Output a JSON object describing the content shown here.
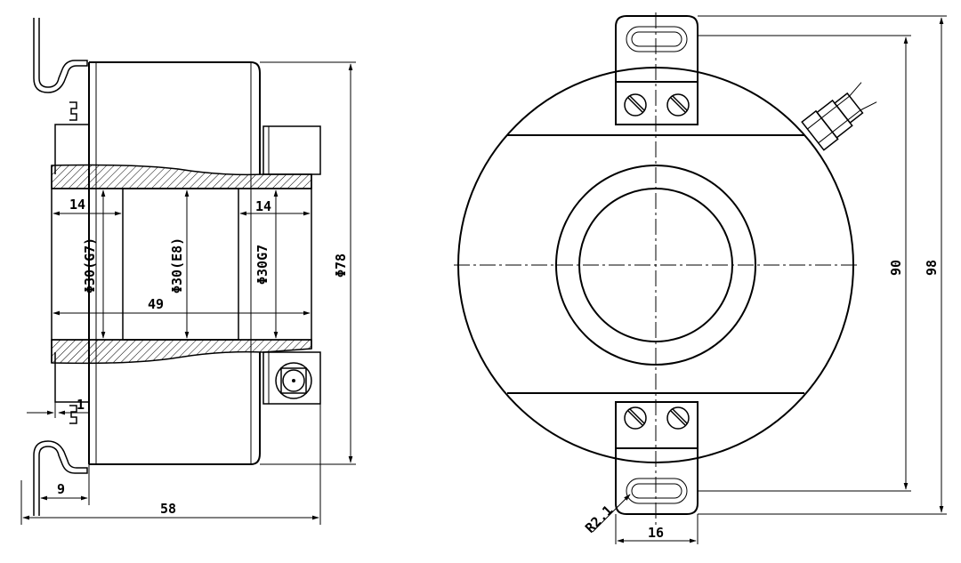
{
  "dimensions": {
    "d14_left": "14",
    "d14_right": "14",
    "d_phi30_g7": "Φ30(G7)",
    "d_phi30_e8": "Φ30(E8)",
    "d_phi30g7": "Φ30G7",
    "d_phi78": "Φ78",
    "d49": "49",
    "d1": "1",
    "d9": "9",
    "d58": "58",
    "d90": "90",
    "d98": "98",
    "d16": "16",
    "d_r21": "R2.1"
  },
  "colors": {
    "line": "#000000",
    "background": "#ffffff"
  }
}
